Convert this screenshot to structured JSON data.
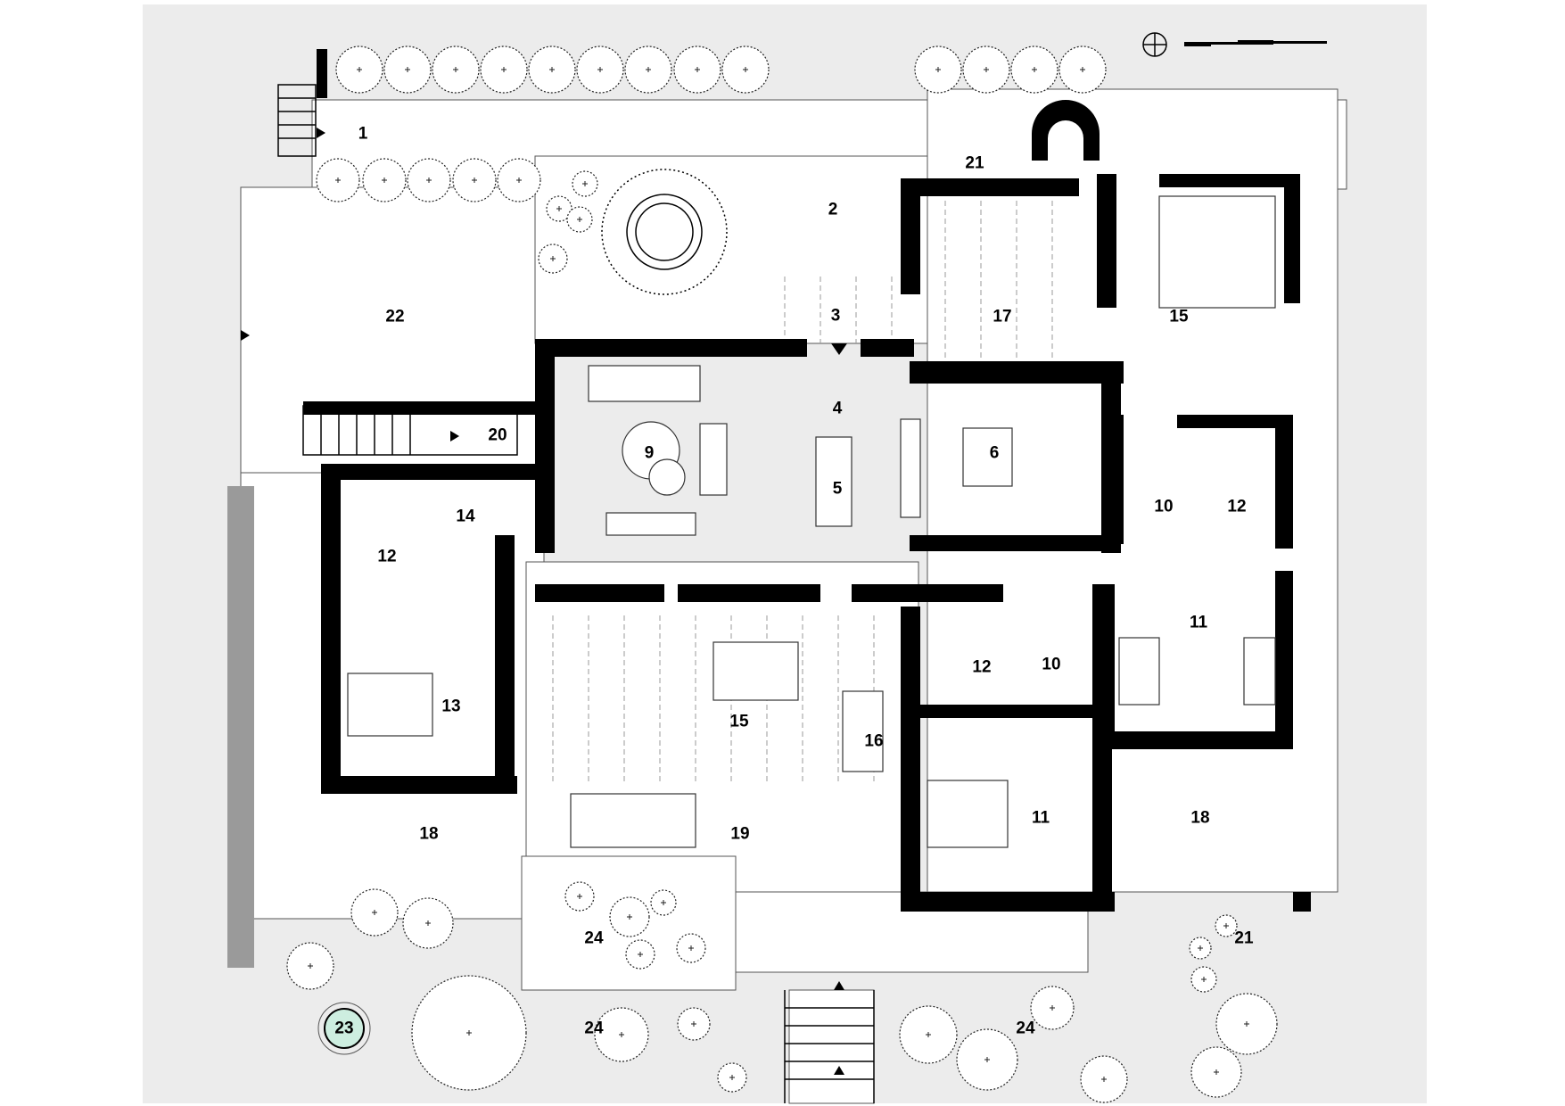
{
  "plan": {
    "labels": [
      "1",
      "2",
      "3",
      "4",
      "5",
      "6",
      "9",
      "20",
      "22",
      "17",
      "15",
      "21",
      "21",
      "10",
      "12",
      "12",
      "12",
      "14",
      "13",
      "15",
      "16",
      "10",
      "11",
      "11",
      "18",
      "18",
      "19",
      "24",
      "24",
      "24",
      "23"
    ],
    "colors": {
      "background": "#ffffff",
      "site": "#ececec",
      "paving": "#ffffff",
      "wall": "#000000",
      "line": "#333333",
      "tree_fill": "#ffffff",
      "highlight": "#cdeee0",
      "water": "#9a9a9a"
    },
    "icons": [
      "north-arrow-icon",
      "scale-bar-icon",
      "tree-icon",
      "entrance-arrow-icon"
    ]
  }
}
